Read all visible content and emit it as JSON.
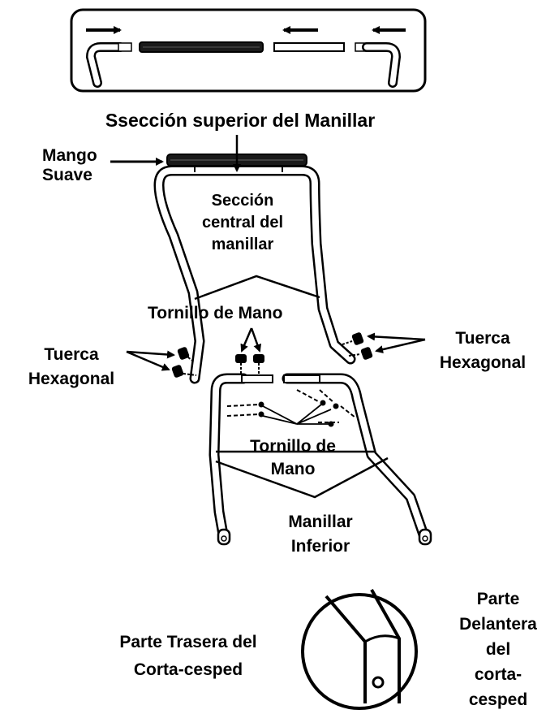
{
  "labels": {
    "upper_section": "Ssección superior del Manillar",
    "soft_grip_line1": "Mango",
    "soft_grip_line2": "Suave",
    "center_section_line1": "Sección",
    "center_section_line2": "central del",
    "center_section_line3": "manillar",
    "hand_knob_top": "Tornillo de Mano",
    "hex_nut_left_line1": "Tuerca",
    "hex_nut_left_line2": "Hexagonal",
    "hex_nut_right_line1": "Tuerca",
    "hex_nut_right_line2": "Hexagonal",
    "hand_knob_bottom_line1": "Tornillo de",
    "hand_knob_bottom_line2": "Mano",
    "lower_handle_line1": "Manillar",
    "lower_handle_line2": "Inferior",
    "rear_line1": "Parte Trasera del",
    "rear_line2": "Corta-cesped",
    "front_line1": "Parte",
    "front_line2": "Delantera",
    "front_line3": "del",
    "front_line4": "corta-",
    "front_line5": "cesped"
  },
  "colors": {
    "ink": "#000000",
    "paper": "#ffffff",
    "grip": "#1a1a1a"
  }
}
